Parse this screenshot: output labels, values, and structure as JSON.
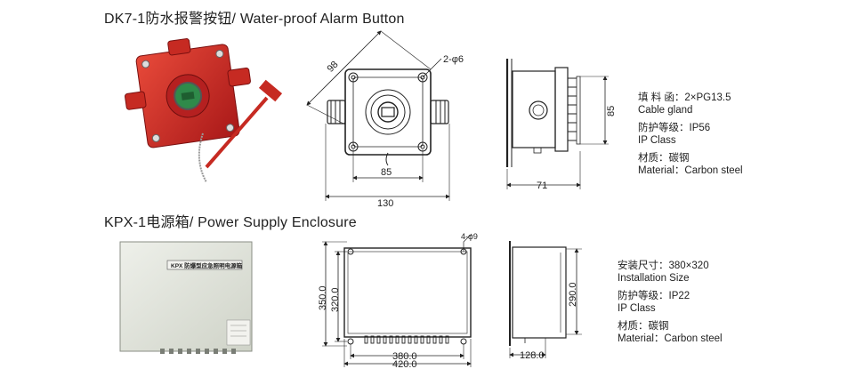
{
  "product1": {
    "title": "DK7-1防水报警按钮/ Water-proof Alarm Button",
    "dims": {
      "diagonal": "98",
      "holes": "2-φ6",
      "inner_width": "85",
      "outer_width": "130",
      "height": "85",
      "depth": "71"
    },
    "specs": [
      {
        "cn": "填 料 函：2×PG13.5",
        "en": "Cable gland"
      },
      {
        "cn": "防护等级：IP56",
        "en": "IP Class"
      },
      {
        "cn": "材质：碳钢",
        "en": "Material：Carbon steel"
      }
    ]
  },
  "product2": {
    "title": "KPX-1电源箱/ Power Supply Enclosure",
    "label_plate": "KPX 防爆型应急照明电源箱",
    "dims": {
      "holes": "4-φ9",
      "height_outer": "350.0",
      "height_inner": "320.0",
      "width_inner": "380.0",
      "width_outer": "420.0",
      "side_height": "290.0",
      "depth": "128.0"
    },
    "specs": [
      {
        "cn": "安装尺寸：380×320",
        "en": "Installation Size"
      },
      {
        "cn": "防护等级：IP22",
        "en": "IP Class"
      },
      {
        "cn": "材质：碳钢",
        "en": "Material：Carbon steel"
      }
    ]
  },
  "colors": {
    "alarm_red": "#d42a2a",
    "enclosure_grey": "#e6e8e0",
    "line": "#222222"
  }
}
